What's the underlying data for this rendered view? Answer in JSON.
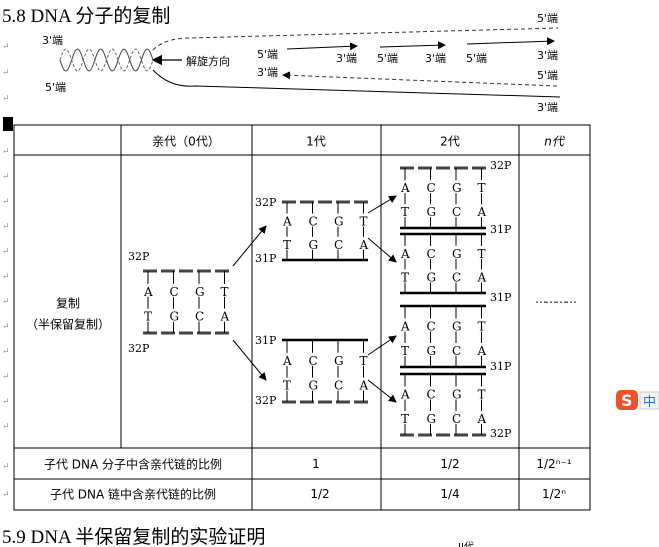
{
  "heading_1": "5.8 DNA 分子的复制",
  "heading_2": "5.9 DNA 半保留复制的实验证明",
  "partial_bottom_text": "II代",
  "diagram": {
    "unwind_label": "解旋方向",
    "left_top": "3'端",
    "left_bottom": "5'端",
    "inner_labels": [
      "5'端",
      "3'端",
      "5'端",
      "3'端",
      "5'端",
      "3'端"
    ],
    "right_labels": [
      "5'端",
      "3'端",
      "5'端",
      "3'端"
    ]
  },
  "table": {
    "headers": [
      "",
      "亲代（0代）",
      "1代",
      "2代",
      "n代"
    ],
    "row_label_1": "复制",
    "row_label_2": "（半保留复制）",
    "ellipsis": "…………",
    "ratio_rows": [
      {
        "label": "子代 DNA 分子中含亲代链的比例",
        "values": [
          "1",
          "1/2",
          "1/2ⁿ⁻¹"
        ]
      },
      {
        "label": "子代 DNA 链中含亲代链的比例",
        "values": [
          "1/2",
          "1/4",
          "1/2ⁿ"
        ]
      }
    ],
    "bases_top": [
      "A",
      "C",
      "G",
      "T"
    ],
    "bases_bottom": [
      "T",
      "G",
      "C",
      "A"
    ],
    "p32": "32P",
    "p31": "31P"
  },
  "ime_icon": "sogou-input-icon"
}
